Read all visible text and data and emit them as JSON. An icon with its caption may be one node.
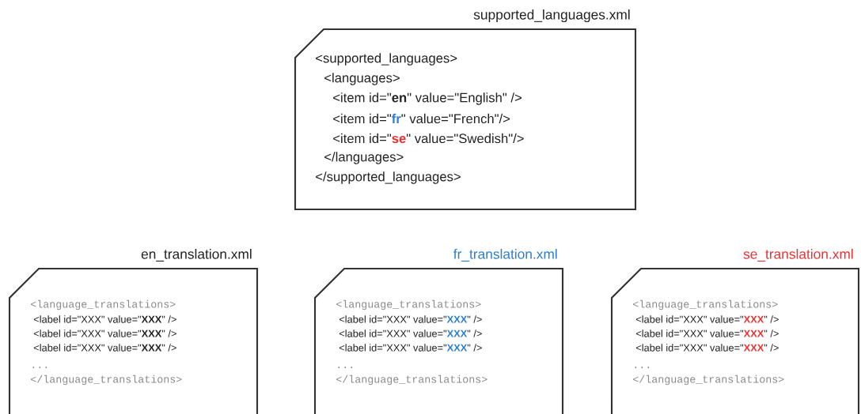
{
  "diagram": {
    "nodes": [
      {
        "text": [
          "supported_languages.xml",
          "<supported_languages>",
          "<languages>",
          "<item id=\"**en**\" value=\"English\" />",
          "<item id=\"**fr**\" value=\"French\"/>",
          "<item id=\"**se**\" value=\"Swedish\"/>",
          "</languages>",
          "</supported_languages>"
        ]
      },
      {
        "text": [
          "en_translation.xml",
          "<language_translations>",
          "<label id=\"XXX\" value=\"**XXX**\" />",
          "<label id=\"XXX\" value=\"**XXX**\" />",
          "<label id=\"XXX\" value=\"**XXX**\" />",
          "...",
          "</language_translations>"
        ]
      },
      {
        "text": [
          "fr_translation.xml",
          "<language_translations>",
          "<label id=\"XXX\" value=\"**XXX**\" />",
          "<label id=\"XXX\" value=\"**XXX**\" />",
          "<label id=\"XXX\" value=\"**XXX**\" />",
          "...",
          "</language_translations>"
        ]
      },
      {
        "text": [
          "se_translation.xml",
          "<language_translations>",
          "<label id=\"XXX\" value=\"**XXX**\" />",
          "<label id=\"XXX\" value=\"**XXX**\" />",
          "<label id=\"XXX\" value=\"**XXX**\" />",
          "...",
          "</language_translations>"
        ]
      }
    ]
  }
}
